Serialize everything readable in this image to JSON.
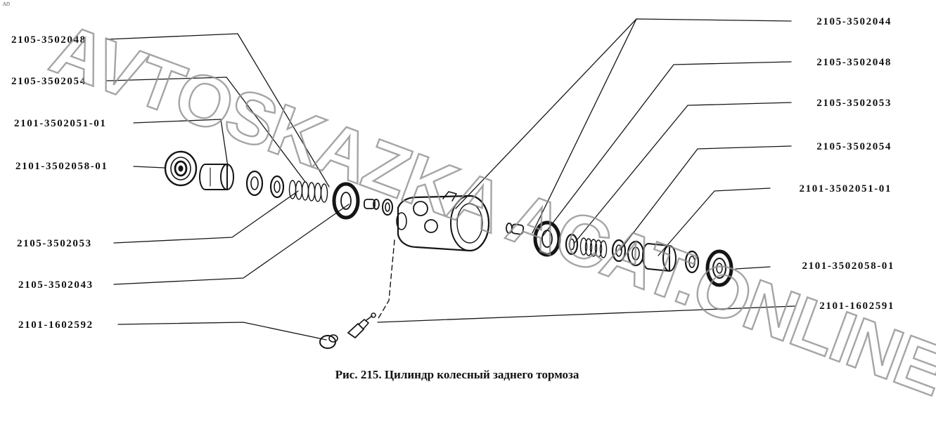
{
  "corner_mark": "AD",
  "watermark": {
    "text": "AVTOSKAZKA ACAT.ONLINE"
  },
  "caption": "Рис. 215. Цилиндр колесный заднего тормоза",
  "colors": {
    "ink": "#151515",
    "watermark": "#8f8f8f",
    "background": "#ffffff"
  },
  "labels": {
    "left": [
      {
        "part_number": "2105-3502048"
      },
      {
        "part_number": "2105-3502054"
      },
      {
        "part_number": "2101-3502051-01"
      },
      {
        "part_number": "2101-3502058-01"
      },
      {
        "part_number": "2105-3502053"
      },
      {
        "part_number": "2105-3502043"
      },
      {
        "part_number": "2101-1602592"
      }
    ],
    "right": [
      {
        "part_number": "2105-3502044"
      },
      {
        "part_number": "2105-3502048"
      },
      {
        "part_number": "2105-3502053"
      },
      {
        "part_number": "2105-3502054"
      },
      {
        "part_number": "2101-3502051-01"
      },
      {
        "part_number": "2101-3502058-01"
      },
      {
        "part_number": "2101-1602591"
      }
    ]
  }
}
